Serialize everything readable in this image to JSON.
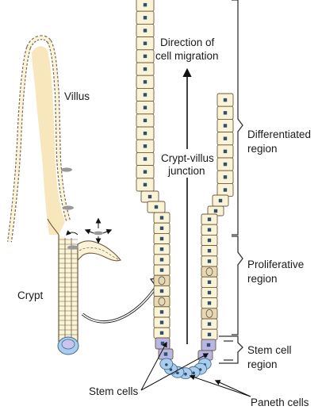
{
  "labels": {
    "villus": "Villus",
    "crypt": "Crypt",
    "direction_line1": "Direction of",
    "direction_line2": "cell migration",
    "junction_line1": "Crypt-villus",
    "junction_line2": "junction",
    "differentiated_line1": "Differentiated",
    "differentiated_line2": "region",
    "proliferative_line1": "Proliferative",
    "proliferative_line2": "region",
    "stemcell_line1": "Stem cell",
    "stemcell_line2": "region",
    "stem_cells": "Stem cells",
    "paneth_cells": "Paneth cells"
  },
  "colors": {
    "cell_fill": "#fbf3d8",
    "cell_stroke": "#6b5a3a",
    "nucleus": "#2f4f6b",
    "lumen": "#f6dfa5",
    "stem_cell": "#b9b6e6",
    "paneth_cell": "#a9cdee",
    "dividing_cell": "#e8d8b0"
  },
  "icons": {
    "migration_arrow": "up-arrow-icon",
    "zoom_arrow": "curved-arrow-icon",
    "region_bracket": "bracket-icon"
  }
}
